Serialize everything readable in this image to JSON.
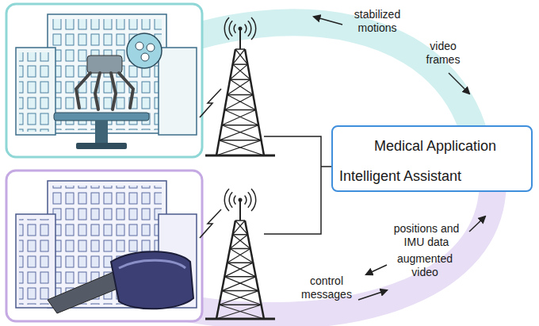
{
  "diagram": {
    "nodes": [
      {
        "text": [
          "Medical Application",
          "Intelligent Assistant"
        ]
      }
    ],
    "labels": [
      "stabilized motions",
      "video frames",
      "positions and IMU data",
      "augmented video",
      "control messages"
    ]
  }
}
